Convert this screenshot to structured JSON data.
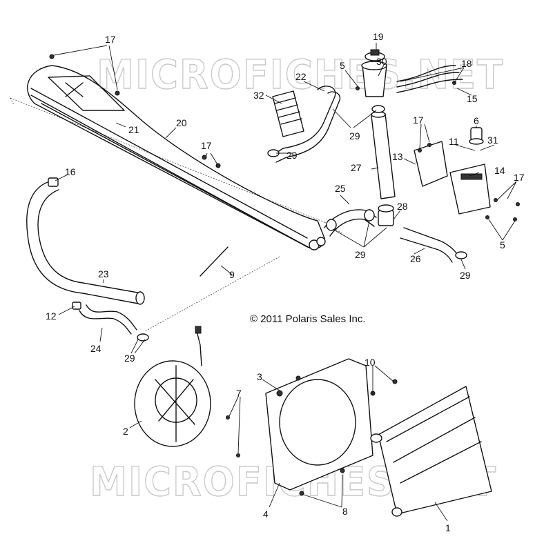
{
  "diagram": {
    "copyright": "© 2011 Polaris Sales Inc.",
    "watermark": "MICROFICHES.NET",
    "callouts": [
      {
        "id": "c17a",
        "text": "17"
      },
      {
        "id": "c19",
        "text": "19"
      },
      {
        "id": "c18",
        "text": "18"
      },
      {
        "id": "c5a",
        "text": "5"
      },
      {
        "id": "c30",
        "text": "30"
      },
      {
        "id": "c22",
        "text": "22"
      },
      {
        "id": "c15",
        "text": "15"
      },
      {
        "id": "c32",
        "text": "32"
      },
      {
        "id": "c21",
        "text": "21"
      },
      {
        "id": "c20",
        "text": "20"
      },
      {
        "id": "c29a",
        "text": "29"
      },
      {
        "id": "c6",
        "text": "6"
      },
      {
        "id": "c17b",
        "text": "17"
      },
      {
        "id": "c11",
        "text": "11"
      },
      {
        "id": "c31",
        "text": "31"
      },
      {
        "id": "c17c",
        "text": "17"
      },
      {
        "id": "c13",
        "text": "13"
      },
      {
        "id": "c16",
        "text": "16"
      },
      {
        "id": "c29b",
        "text": "29"
      },
      {
        "id": "c27",
        "text": "27"
      },
      {
        "id": "c14",
        "text": "14"
      },
      {
        "id": "c17d",
        "text": "17"
      },
      {
        "id": "c25",
        "text": "25"
      },
      {
        "id": "c28",
        "text": "28"
      },
      {
        "id": "c9",
        "text": "9"
      },
      {
        "id": "c29c",
        "text": "29"
      },
      {
        "id": "c26",
        "text": "26"
      },
      {
        "id": "c5b",
        "text": "5"
      },
      {
        "id": "c29d",
        "text": "29"
      },
      {
        "id": "c23",
        "text": "23"
      },
      {
        "id": "c12",
        "text": "12"
      },
      {
        "id": "c24",
        "text": "24"
      },
      {
        "id": "c29e",
        "text": "29"
      },
      {
        "id": "c10",
        "text": "10"
      },
      {
        "id": "c3",
        "text": "3"
      },
      {
        "id": "c7",
        "text": "7"
      },
      {
        "id": "c2",
        "text": "2"
      },
      {
        "id": "c4",
        "text": "4"
      },
      {
        "id": "c8",
        "text": "8"
      },
      {
        "id": "c1",
        "text": "1"
      }
    ]
  }
}
